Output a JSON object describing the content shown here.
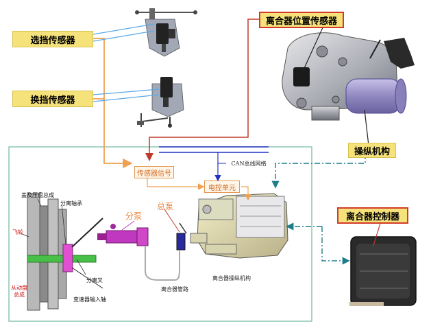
{
  "labels": {
    "gear_select_sensor": "选挡传感器",
    "gear_shift_sensor": "换挡传感器",
    "clutch_position_sensor": "离合器位置传感器",
    "control_mechanism": "操纵机构",
    "clutch_controller": "离合器控制器",
    "sensor_signal": "传感器信号",
    "can_bus": "CAN总线网络",
    "ecu": "电控单元",
    "sub_pump": "分泵",
    "master_pump": "总泵",
    "clutch_actuator": "离合器操纵机构",
    "clutch_pipe": "离合器管路",
    "pressure_plate": "盖及压盘总成",
    "release_bearing": "分离轴承",
    "flywheel": "飞轮",
    "release_fork": "分离叉",
    "driven_disc": "从动盘总成",
    "transmission_input_shaft": "变速器输入轴"
  },
  "colors": {
    "callout_fill": "#f6e27a",
    "orange_line": "#f0a050",
    "red_line": "#c03a2a",
    "blue_line": "#2030c0",
    "teal_dash": "#1e7d8a",
    "frame": "#6fb89a"
  }
}
